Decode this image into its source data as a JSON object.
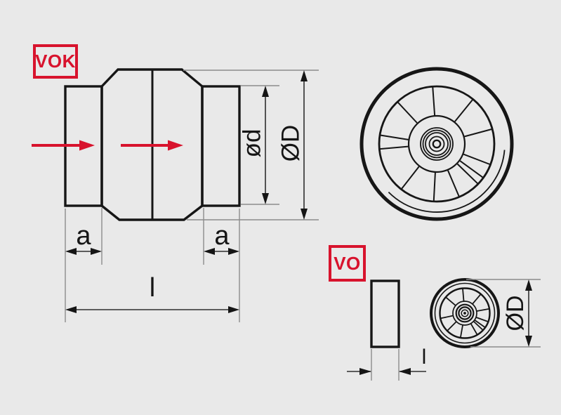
{
  "colors": {
    "background": "#e9e9e9",
    "line": "#161616",
    "dim_line": "#2f2f2f",
    "ext_line": "#8c8c8c",
    "accent_red": "#d8132d"
  },
  "vok_view": {
    "badge": "VOK",
    "dim_duct_diameter": "ød",
    "dim_body_diameter": "ØD",
    "dim_inlet_length": "a",
    "dim_outlet_length": "a",
    "dim_total_length": "l"
  },
  "vo_view": {
    "badge": "VO",
    "dim_length": "l",
    "dim_body_diameter": "ØD"
  }
}
